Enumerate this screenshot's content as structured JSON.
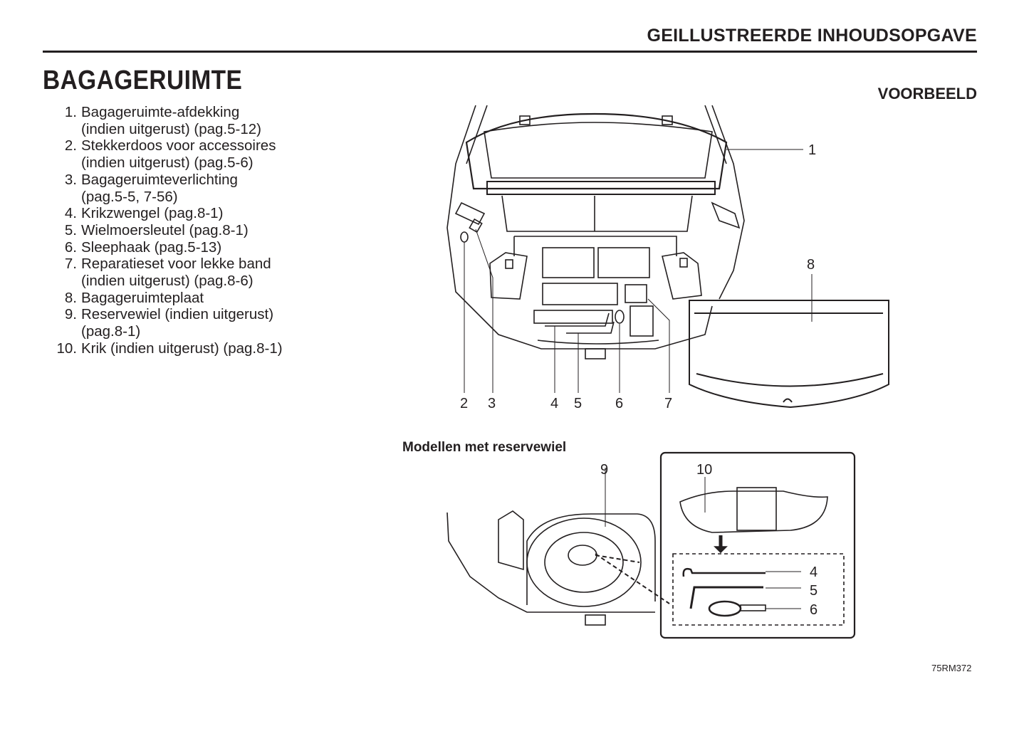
{
  "header": {
    "section": "GEILLUSTREERDE INHOUDSOPGAVE"
  },
  "page": {
    "title": "BAGAGERUIMTE",
    "example_label": "VOORBEELD",
    "subheading": "Modellen met reservewiel",
    "figure_code": "75RM372"
  },
  "items": [
    {
      "n": "1.",
      "lines": [
        "Bagageruimte-afdekking",
        "(indien uitgerust) (pag.5-12)"
      ]
    },
    {
      "n": "2.",
      "lines": [
        "Stekkerdoos voor accessoires",
        "(indien uitgerust) (pag.5-6)"
      ]
    },
    {
      "n": "3.",
      "lines": [
        "Bagageruimteverlichting",
        "(pag.5-5, 7-56)"
      ]
    },
    {
      "n": "4.",
      "lines": [
        "Krikzwengel (pag.8-1)"
      ]
    },
    {
      "n": "5.",
      "lines": [
        "Wielmoersleutel (pag.8-1)"
      ]
    },
    {
      "n": "6.",
      "lines": [
        "Sleephaak (pag.5-13)"
      ]
    },
    {
      "n": "7.",
      "lines": [
        "Reparatieset voor lekke band",
        "(indien uitgerust) (pag.8-6)"
      ]
    },
    {
      "n": "8.",
      "lines": [
        "Bagageruimteplaat"
      ]
    },
    {
      "n": "9.",
      "lines": [
        "Reservewiel (indien uitgerust)",
        "(pag.8-1)"
      ]
    },
    {
      "n": "10.",
      "lines": [
        "Krik (indien uitgerust) (pag.8-1)"
      ]
    }
  ],
  "callouts": {
    "c1": "1",
    "c2": "2",
    "c3": "3",
    "c4": "4",
    "c5": "5",
    "c6": "6",
    "c7": "7",
    "c8": "8",
    "c9": "9",
    "c10": "10",
    "t4": "4",
    "t5": "5",
    "t6": "6"
  }
}
